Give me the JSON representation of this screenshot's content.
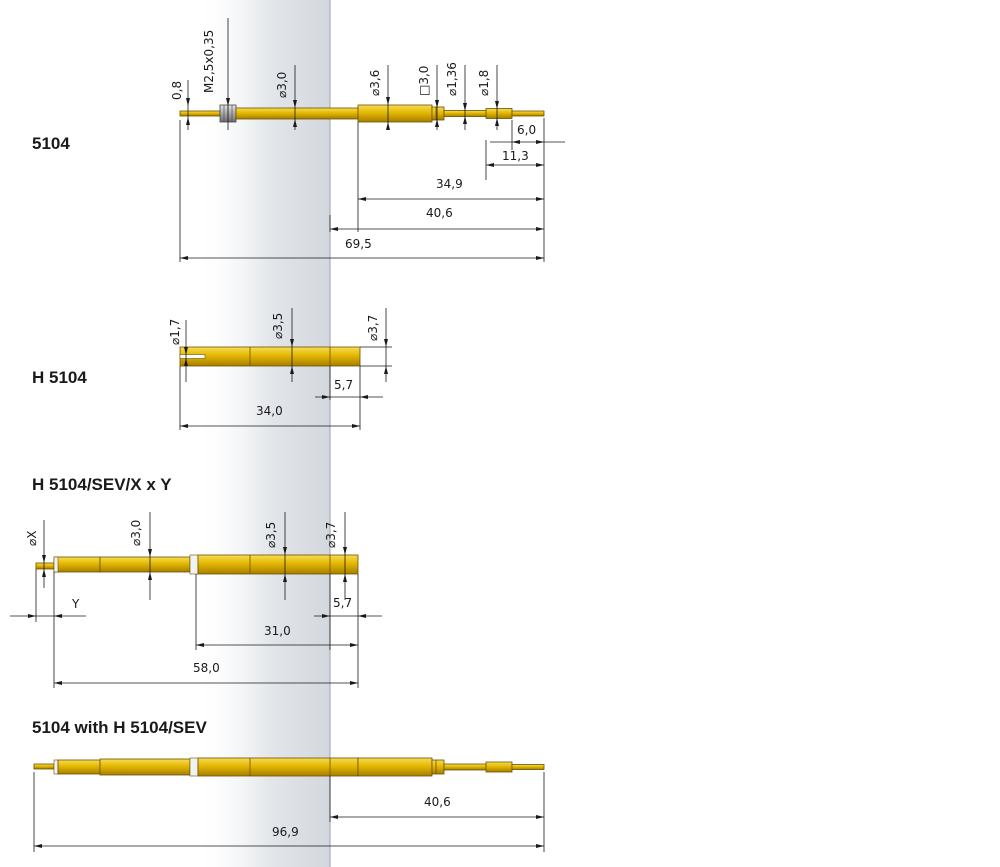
{
  "sections": {
    "s1": {
      "title": "5104",
      "d_head": "0,8",
      "d_thread": "M2,5x0,35",
      "d_body": "⌀3,0",
      "d_collar": "⌀3,6",
      "d_square": "□3,0",
      "d_neck": "⌀1,36",
      "d_tip": "⌀1,8",
      "l_tip": "6,0",
      "l_plunger": "11,3",
      "l_349": "34,9",
      "l_406": "40,6",
      "l_695": "69,5"
    },
    "s2": {
      "title": "H 5104",
      "d_slot": "⌀1,7",
      "d_body": "⌀3,5",
      "d_end": "⌀3,7",
      "l_end": "5,7",
      "l_total": "34,0"
    },
    "s3": {
      "title": "H 5104/SEV/X x Y",
      "d_x": "⌀X",
      "d_small": "⌀3,0",
      "d_body": "⌀3,5",
      "d_end": "⌀3,7",
      "l_y": "Y",
      "l_end": "5,7",
      "l_310": "31,0",
      "l_580": "58,0"
    },
    "s4": {
      "title": "5104 with H 5104/SEV",
      "l_406": "40,6",
      "l_969": "96,9"
    }
  },
  "colors": {
    "gold": "#e0b400",
    "gold_light": "#f6d94a",
    "gold_dark": "#b48a00",
    "silver": "#c9c9c9",
    "panel": "#dfe3e8"
  }
}
